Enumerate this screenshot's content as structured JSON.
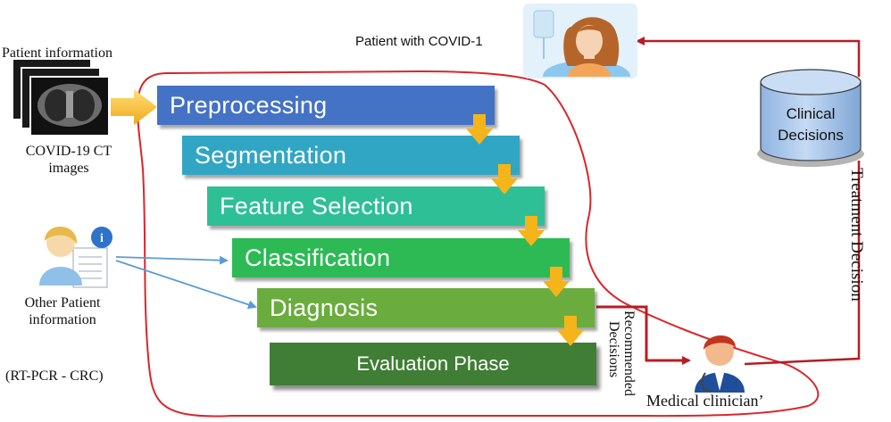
{
  "inputs": {
    "patient_information": "Patient information",
    "ct_images_line1": "COVID-19 CT",
    "ct_images_line2": "images",
    "other_patient_line1": "Other Patient",
    "other_patient_line2": "information",
    "tests": "(RT-PCR - CRC)"
  },
  "pipeline": {
    "steps": [
      {
        "label": "Preprocessing",
        "color": "#4472C4"
      },
      {
        "label": "Segmentation",
        "color": "#31A6C4"
      },
      {
        "label": "Feature Selection",
        "color": "#2FBF96"
      },
      {
        "label": "Classification",
        "color": "#2DBA55"
      },
      {
        "label": "Diagnosis",
        "color": "#6AAD3E"
      },
      {
        "label": "Evaluation Phase",
        "color": "#3F7E34"
      }
    ],
    "arrow_color": "#F5B41A"
  },
  "outputs": {
    "patient_with_covid": "Patient with COVID-1",
    "clinical_line1": "Clinical",
    "clinical_line2": "Decisions",
    "treatment_decision": "Treatment Decision",
    "recommended": "Recommended",
    "decisions": "Decisions",
    "medical_clinician": "Medical clinician’"
  },
  "colors": {
    "loop_outline": "#D8262C",
    "flow_arrow": "#B51E24",
    "info_arrow": "#5B9BD5",
    "cylinder_fill": "#AFCBEF"
  }
}
